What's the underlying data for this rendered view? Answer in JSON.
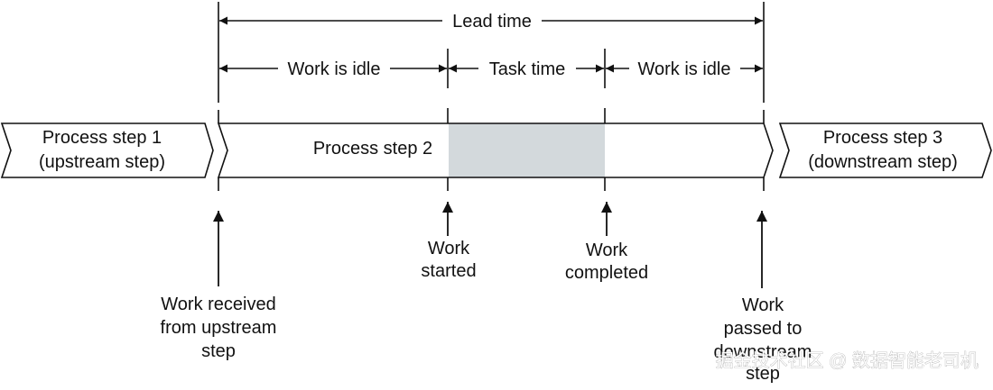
{
  "timeline": {
    "lead_time": "Lead time",
    "idle_before": "Work is idle",
    "task_time": "Task time",
    "idle_after": "Work is idle"
  },
  "steps": {
    "step1": {
      "line1": "Process step 1",
      "line2": "(upstream step)"
    },
    "step2": {
      "line1": "Process step 2"
    },
    "step3": {
      "line1": "Process step 3",
      "line2": "(downstream step)"
    }
  },
  "events": {
    "received": [
      "Work received",
      "from upstream",
      "step"
    ],
    "started": [
      "Work",
      "started"
    ],
    "completed": [
      "Work",
      "completed"
    ],
    "passed": [
      "Work",
      "passed to",
      "downstream",
      "step"
    ]
  },
  "watermark": "掘金技术社区 @ 数据智能老司机",
  "colors": {
    "line": "#111111",
    "task_fill": "#d3d9dc",
    "shape_fill": "#ffffff"
  }
}
